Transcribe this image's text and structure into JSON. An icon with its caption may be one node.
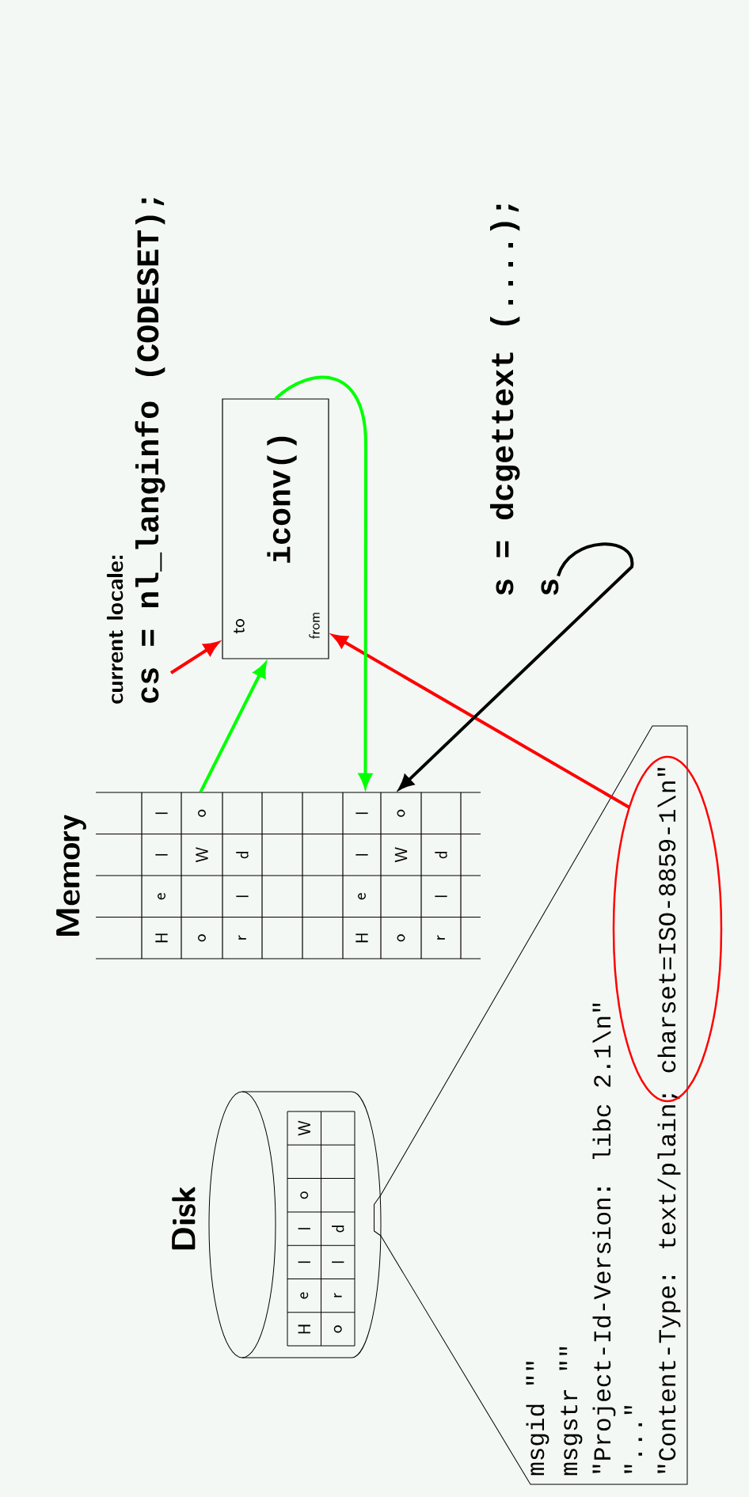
{
  "diagram": {
    "nodes": [
      {
        "text": [
          "current locale:",
          "cs = nl_langinfo (CODESET);"
        ]
      },
      {
        "text": [
          "to",
          "iconv()",
          "from"
        ]
      },
      {
        "text": [
          "s"
        ]
      },
      {
        "text": [
          "Memory"
        ]
      },
      {
        "text": [
          "Disk"
        ]
      },
      {
        "text": [
          "msgid \"\"",
          "msgstr \"\"",
          "\"Project-Id-Version: libc 2.1\\n\"",
          "\"...\"",
          "\"Content-Type: text/plain; charset=ISO-8859-1\\n\""
        ]
      }
    ],
    "edges": [
      {
        "from": 0,
        "to": 1,
        "arrow": "to",
        "color": "#ff0000"
      },
      {
        "from": 5,
        "to": 1,
        "arrow": "to",
        "color": "#ff0000"
      },
      {
        "from": 3,
        "to": 1,
        "arrow": "to",
        "color": "#00ff00"
      },
      {
        "from": 1,
        "to": 3,
        "arrow": "to",
        "color": "#00ff00"
      },
      {
        "from": 2,
        "to": 3,
        "arrow": "to",
        "color": "#000000"
      }
    ],
    "labels": [
      "s = dcgettext (....);",
      "H",
      "e",
      "l",
      "l",
      "o",
      "W",
      "o",
      "r",
      "l",
      "d",
      "H",
      "e",
      "l",
      "l",
      "o",
      "W",
      "o",
      "r",
      "l",
      "d",
      "H",
      "e",
      "l",
      "l",
      "o",
      "W",
      "o",
      "r",
      "l",
      "d"
    ]
  }
}
